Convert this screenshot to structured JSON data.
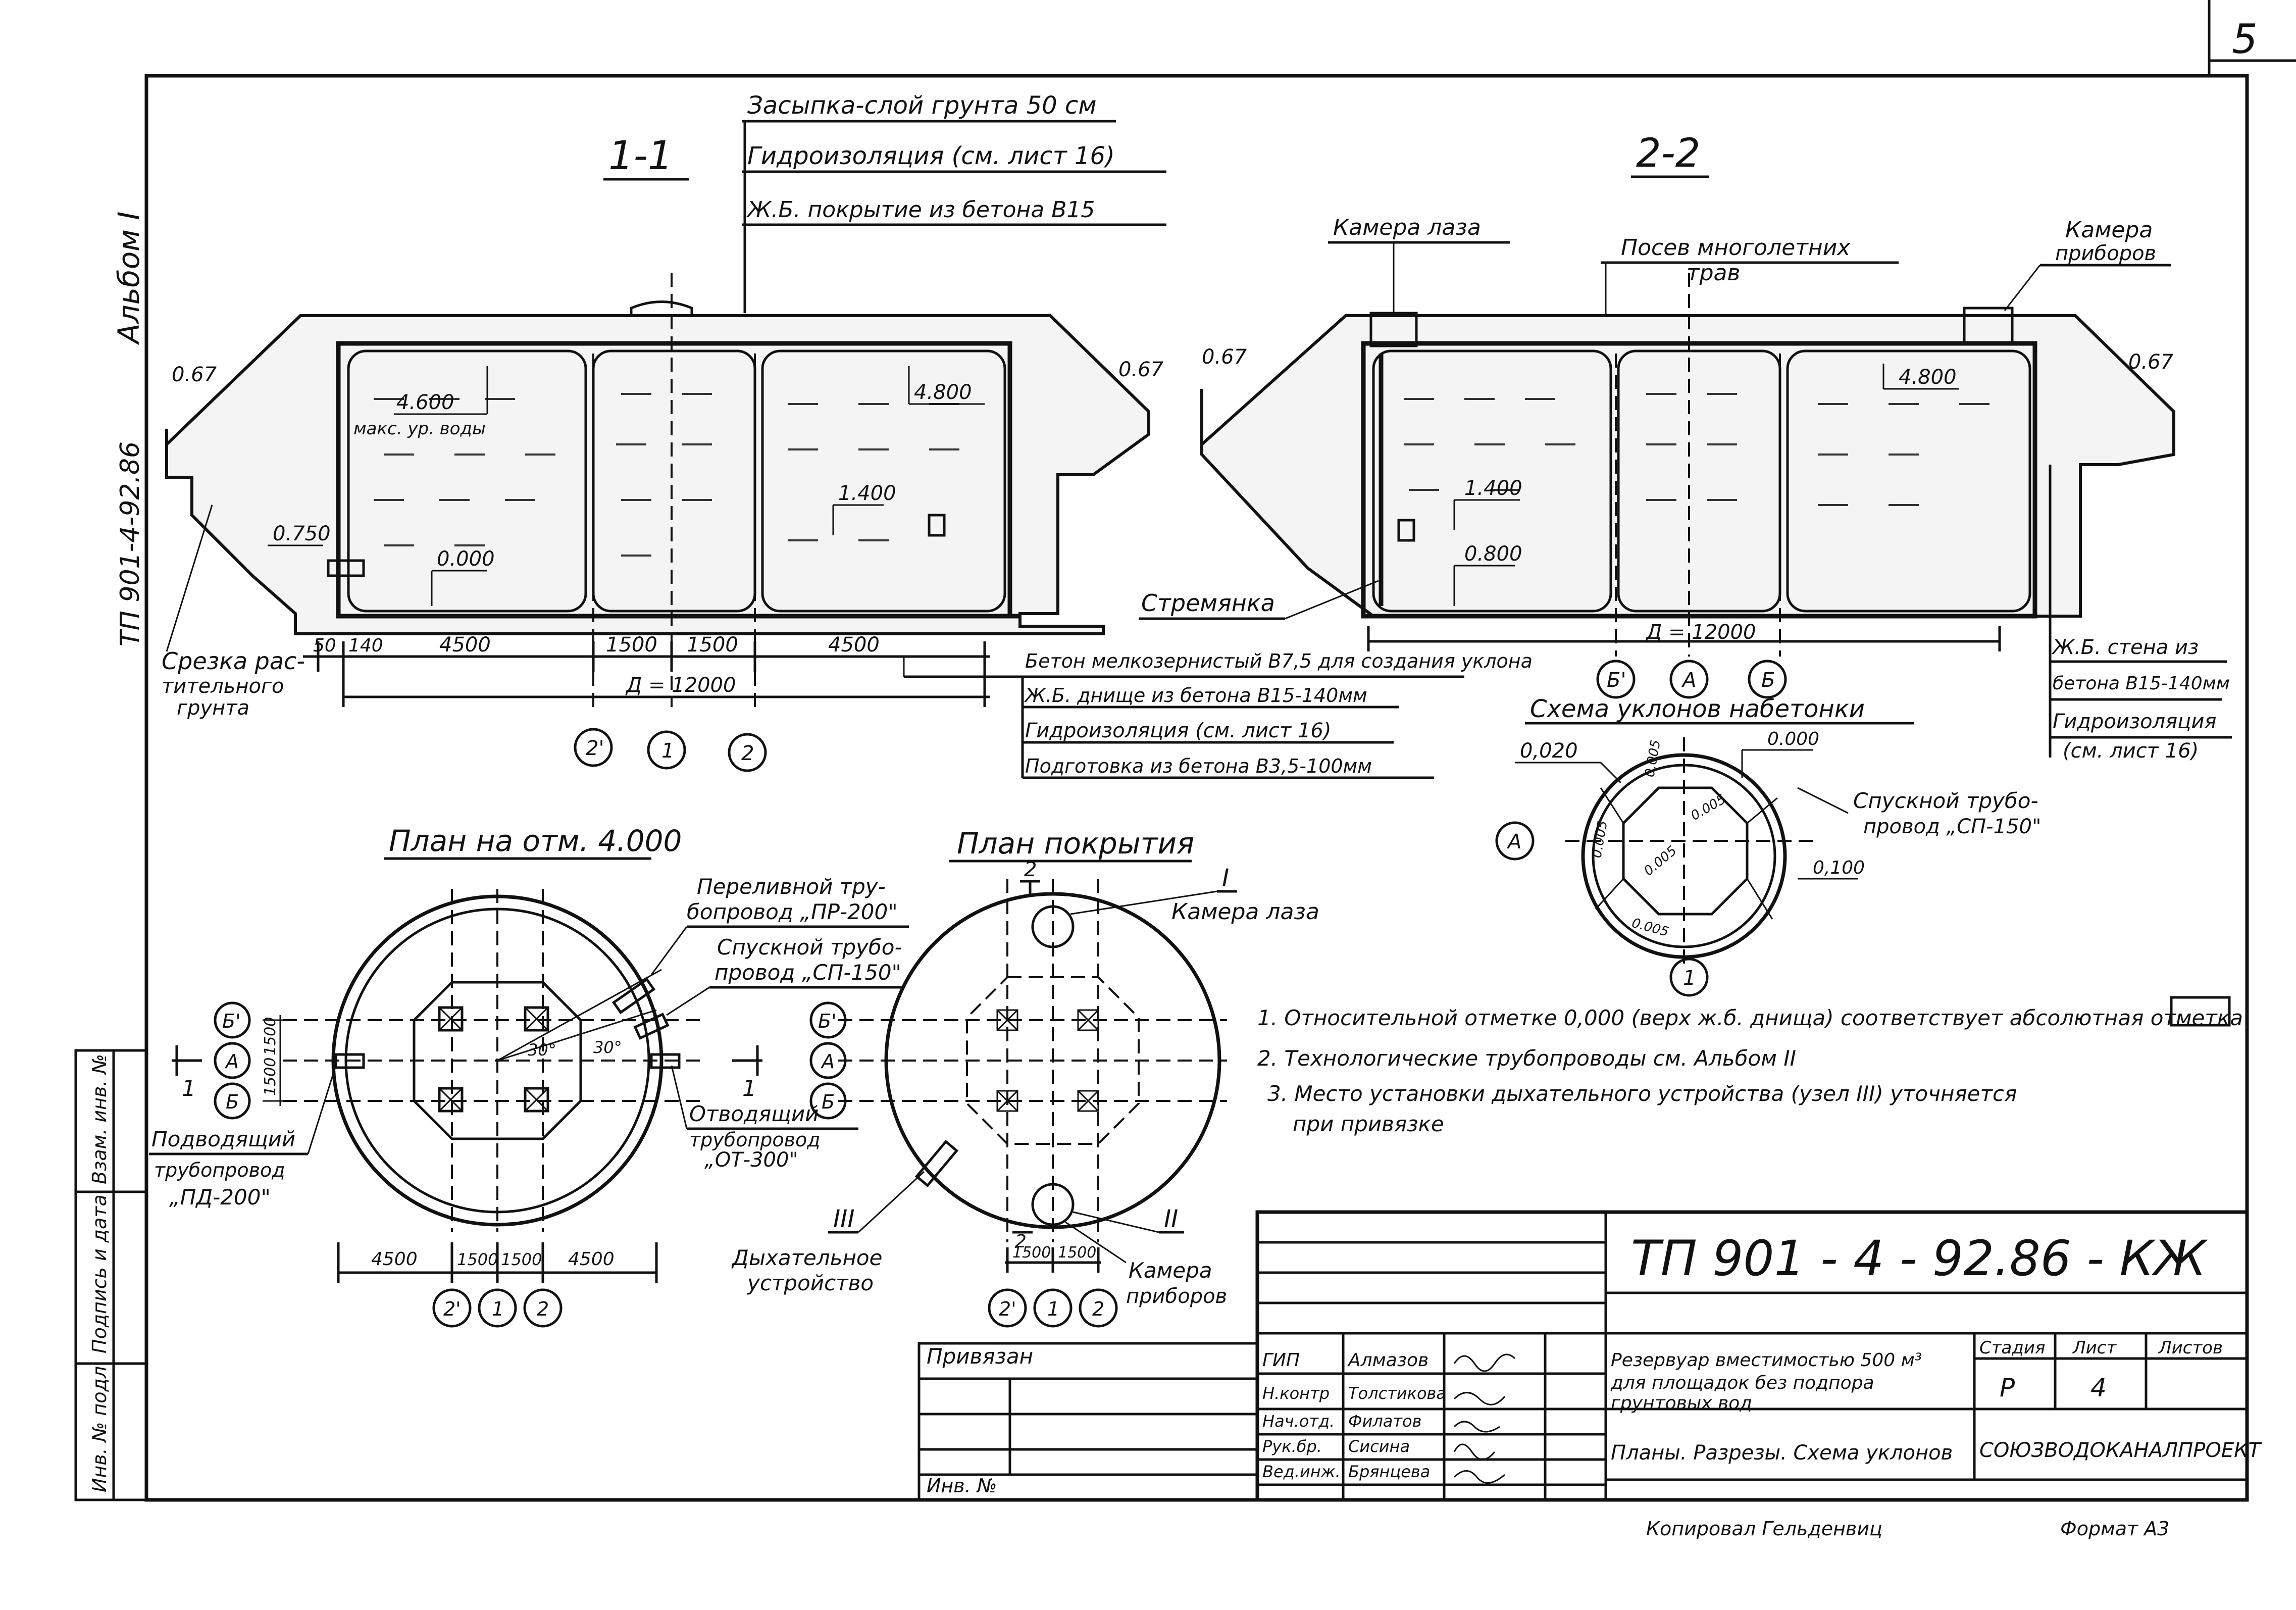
{
  "sheet": {
    "number": "5"
  },
  "album": {
    "label": "Альбом I"
  },
  "side_code": {
    "label": "ТП 901-4-92.86"
  },
  "section_1_1": {
    "title": "1-1",
    "callouts": [
      "Засыпка-слой грунта 50 см",
      "Гидроизоляция (см. лист 16)",
      "Ж.Б. покрытие из бетона В15"
    ],
    "slope_left": "0.67",
    "slope_right": "0.67",
    "max_level": "4.600",
    "max_level_note": "макс. ур. воды",
    "level_top": "4.800",
    "level_mid": "1.400",
    "level_pipe": "0.750",
    "level_zero": "0.000",
    "cut_note": [
      "Срезка рас-",
      "тительного",
      "грунта"
    ],
    "dims": [
      "50",
      "140",
      "4500",
      "1500",
      "1500",
      "4500"
    ],
    "diameter": "Д = 12000",
    "bottom_callouts": [
      "Бетон мелкозернистый В7,5 для создания уклона",
      "Ж.Б. днище из бетона В15-140мм",
      "Гидроизоляция (см. лист 16)",
      "Подготовка из бетона В3,5-100мм"
    ],
    "axes": [
      "2'",
      "1",
      "2"
    ]
  },
  "section_2_2": {
    "title": "2-2",
    "hatch_label": "Камера лаза",
    "grass_label": [
      "Посев многолетних",
      "трав"
    ],
    "instrument_label": [
      "Камера",
      "приборов"
    ],
    "slope_left": "0.67",
    "slope_right": "0.67",
    "level_top": "4.800",
    "level_mid": "1.400",
    "level_low": "0.800",
    "ladder_label": "Стремянка",
    "diameter": "Д = 12000",
    "axes": [
      "Б'",
      "А",
      "Б"
    ],
    "wall_callouts": [
      "Ж.Б. стена из",
      "бетона В15-140мм",
      "Гидроизоляция",
      "(см. лист 16)"
    ]
  },
  "slope_scheme": {
    "title": "Схема уклонов набетонки",
    "levels": [
      "0,020",
      "0.000",
      "0,100",
      "0.005",
      "0.005",
      "0.005",
      "0.005",
      "0.005"
    ],
    "pipe_label": [
      "Спускной трубо-",
      "провод „СП-150\""
    ],
    "axis_a": "А",
    "axis_1": "1"
  },
  "plan_4000": {
    "title": "План на отм. 4.000",
    "overflow_pipe": [
      "Переливной тру-",
      "бопровод „ПР-200\""
    ],
    "drain_pipe": [
      "Спускной трубо-",
      "провод „СП-150\""
    ],
    "inlet_pipe": [
      "Подводящий",
      "трубопровод",
      "„ПД-200\""
    ],
    "outlet_pipe": [
      "Отводящий",
      "трубопровод",
      "„ОТ-300\""
    ],
    "angle_1": "30°",
    "angle_2": "30°",
    "axes_left": [
      "Б'",
      "А",
      "Б"
    ],
    "left_dims": [
      "1500",
      "1500"
    ],
    "dims": [
      "4500",
      "1500",
      "1500",
      "4500"
    ],
    "axes_bottom": [
      "2'",
      "1",
      "2"
    ],
    "section_mark_left": "1",
    "section_mark_right": "1"
  },
  "plan_cover": {
    "title": "План покрытия",
    "hatch_label": "Камера лаза",
    "instrument_label": [
      "Камера",
      "приборов"
    ],
    "breather_label": [
      "Дыхательное",
      "устройство"
    ],
    "mark_i": "I",
    "mark_ii": "II",
    "mark_iii": "III",
    "section_mark_top": "2",
    "section_mark_bottom": "2",
    "axes_left": [
      "Б'",
      "А",
      "Б"
    ],
    "dims": [
      "1500",
      "1500"
    ],
    "axes_bottom": [
      "2'",
      "1",
      "2"
    ]
  },
  "notes": [
    "1. Относительной отметке 0,000 (верх ж.б. днища) соответствует абсолютная отметка",
    "2. Технологические трубопроводы см. Альбом II",
    "3. Место установки дыхательного устройства (узел III) уточняется",
    "при привязке"
  ],
  "side_stamp": [
    "Инв. № подл.",
    "Подпись и дата",
    "Взам. инв. №"
  ],
  "title_block": {
    "doc_code": "ТП 901 - 4 - 92.86 - КЖ",
    "bound_label": "Привязан",
    "inv_label": "Инв. №",
    "roles": [
      "ГИП",
      "Н.контр",
      "Нач.отд.",
      "Рук.бр.",
      "Вед.инж."
    ],
    "names": [
      "Алмазов",
      "Толстикова",
      "Филатов",
      "Сисина",
      "Брянцева"
    ],
    "description": [
      "Резервуар вместимостью 500 м³",
      "для площадок без подпора",
      "грунтовых вод"
    ],
    "sheet_title": "Планы. Разрезы. Схема уклонов",
    "stage_header": "Стадия",
    "sheet_header": "Лист",
    "sheets_header": "Листов",
    "stage": "Р",
    "sheet": "4",
    "organization": "СОЮЗВОДОКАНАЛПРОЕКТ"
  },
  "footer": {
    "copied": "Копировал Гельденвиц",
    "format": "Формат А3"
  }
}
